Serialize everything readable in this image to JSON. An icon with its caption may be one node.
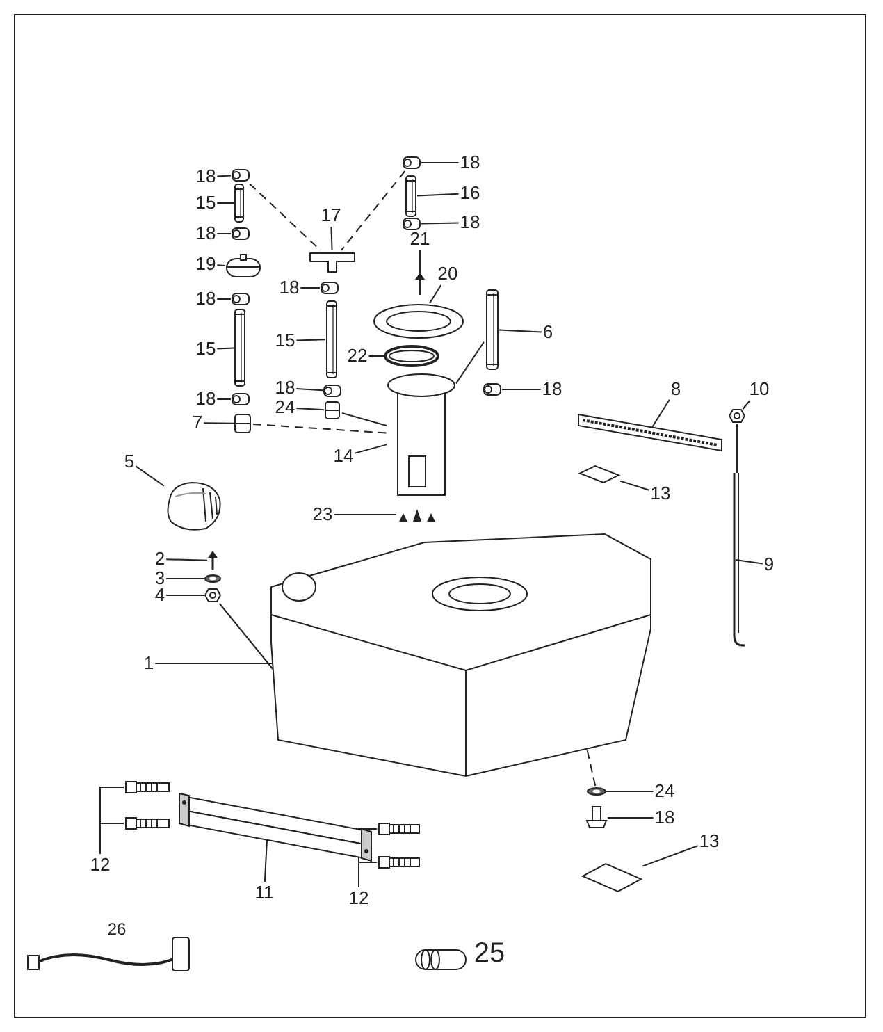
{
  "diagram": {
    "nodes": [
      {
        "text": [
          "18"
        ]
      },
      {
        "text": [],
        "shape": "picture"
      },
      {
        "text": [
          "15"
        ]
      },
      {
        "text": [],
        "shape": "picture"
      },
      {
        "text": [
          "18"
        ]
      },
      {
        "text": [],
        "shape": "picture"
      },
      {
        "text": [
          "19"
        ]
      },
      {
        "text": [],
        "shape": "picture"
      },
      {
        "text": [
          "18"
        ]
      },
      {
        "text": [],
        "shape": "picture"
      },
      {
        "text": [
          "15"
        ]
      },
      {
        "text": [],
        "shape": "picture"
      },
      {
        "text": [
          "18"
        ]
      },
      {
        "text": [],
        "shape": "picture"
      },
      {
        "text": [
          "7"
        ]
      },
      {
        "text": [],
        "shape": "picture"
      },
      {
        "text": [
          "17"
        ]
      },
      {
        "text": [],
        "shape": "picture"
      },
      {
        "text": [
          "18"
        ]
      },
      {
        "text": [],
        "shape": "picture"
      },
      {
        "text": [
          "15"
        ]
      },
      {
        "text": [],
        "shape": "picture"
      },
      {
        "text": [
          "18"
        ]
      },
      {
        "text": [],
        "shape": "picture"
      },
      {
        "text": [
          "24"
        ]
      },
      {
        "text": [],
        "shape": "picture"
      },
      {
        "text": [
          "18"
        ]
      },
      {
        "text": [],
        "shape": "picture"
      },
      {
        "text": [
          "16"
        ]
      },
      {
        "text": [],
        "shape": "picture"
      },
      {
        "text": [
          "18"
        ]
      },
      {
        "text": [],
        "shape": "picture"
      },
      {
        "text": [
          "21"
        ]
      },
      {
        "text": [],
        "shape": "picture"
      },
      {
        "text": [
          "20"
        ]
      },
      {
        "text": [],
        "shape": "picture"
      },
      {
        "text": [
          "22"
        ]
      },
      {
        "text": [],
        "shape": "picture"
      },
      {
        "text": [
          "6"
        ]
      },
      {
        "text": [],
        "shape": "picture"
      },
      {
        "text": [
          "18"
        ]
      },
      {
        "text": [],
        "shape": "picture"
      },
      {
        "text": [
          "14"
        ]
      },
      {
        "text": [],
        "shape": "picture"
      },
      {
        "text": [
          "5"
        ]
      },
      {
        "text": [],
        "shape": "picture"
      },
      {
        "text": [
          "23"
        ]
      },
      {
        "text": [],
        "shape": "picture"
      },
      {
        "text": [
          "2"
        ]
      },
      {
        "text": [],
        "shape": "picture"
      },
      {
        "text": [
          "3"
        ]
      },
      {
        "text": [],
        "shape": "picture"
      },
      {
        "text": [
          "4"
        ]
      },
      {
        "text": [],
        "shape": "picture"
      },
      {
        "text": [
          "1"
        ]
      },
      {
        "text": [],
        "shape": "picture"
      },
      {
        "text": [
          "8"
        ]
      },
      {
        "text": [],
        "shape": "picture"
      },
      {
        "text": [
          "10"
        ]
      },
      {
        "text": [],
        "shape": "picture"
      },
      {
        "text": [
          "13"
        ]
      },
      {
        "text": [],
        "shape": "picture"
      },
      {
        "text": [
          "9"
        ]
      },
      {
        "text": [],
        "shape": "picture"
      },
      {
        "text": [
          "24"
        ]
      },
      {
        "text": [],
        "shape": "picture"
      },
      {
        "text": [
          "18"
        ]
      },
      {
        "text": [],
        "shape": "picture"
      },
      {
        "text": [
          "13"
        ]
      },
      {
        "text": [],
        "shape": "picture"
      },
      {
        "text": [
          "12"
        ]
      },
      {
        "text": [],
        "shape": "picture"
      },
      {
        "text": [],
        "shape": "picture"
      },
      {
        "text": [
          "11"
        ]
      },
      {
        "text": [],
        "shape": "picture"
      },
      {
        "text": [
          "12"
        ]
      },
      {
        "text": [],
        "shape": "picture"
      },
      {
        "text": [],
        "shape": "picture"
      }
    ],
    "edges": [
      {
        "from": 0,
        "to": 1,
        "arrow": "none"
      },
      {
        "from": 2,
        "to": 3,
        "arrow": "none"
      },
      {
        "from": 4,
        "to": 5,
        "arrow": "none"
      },
      {
        "from": 6,
        "to": 7,
        "arrow": "none"
      },
      {
        "from": 8,
        "to": 9,
        "arrow": "none"
      },
      {
        "from": 10,
        "to": 11,
        "arrow": "none"
      },
      {
        "from": 12,
        "to": 13,
        "arrow": "none"
      },
      {
        "from": 14,
        "to": 15,
        "arrow": "none"
      },
      {
        "from": 16,
        "to": 17,
        "arrow": "none"
      },
      {
        "from": 18,
        "to": 19,
        "arrow": "none"
      },
      {
        "from": 20,
        "to": 21,
        "arrow": "none"
      },
      {
        "from": 22,
        "to": 23,
        "arrow": "none"
      },
      {
        "from": 24,
        "to": 25,
        "arrow": "none"
      },
      {
        "from": 26,
        "to": 27,
        "arrow": "none"
      },
      {
        "from": 28,
        "to": 29,
        "arrow": "none"
      },
      {
        "from": 30,
        "to": 31,
        "arrow": "none"
      },
      {
        "from": 32,
        "to": 33,
        "arrow": "none"
      },
      {
        "from": 34,
        "to": 35,
        "arrow": "none"
      },
      {
        "from": 36,
        "to": 37,
        "arrow": "none"
      },
      {
        "from": 38,
        "to": 39,
        "arrow": "none"
      },
      {
        "from": 40,
        "to": 41,
        "arrow": "none"
      },
      {
        "from": 42,
        "to": 43,
        "arrow": "none"
      },
      {
        "from": 44,
        "to": 45,
        "arrow": "none"
      },
      {
        "from": 46,
        "to": 47,
        "arrow": "none"
      },
      {
        "from": 48,
        "to": 49,
        "arrow": "none"
      },
      {
        "from": 50,
        "to": 51,
        "arrow": "none"
      },
      {
        "from": 52,
        "to": 53,
        "arrow": "none"
      },
      {
        "from": 54,
        "to": 55,
        "arrow": "none"
      },
      {
        "from": 56,
        "to": 57,
        "arrow": "none"
      },
      {
        "from": 58,
        "to": 59,
        "arrow": "none"
      },
      {
        "from": 60,
        "to": 61,
        "arrow": "none"
      },
      {
        "from": 62,
        "to": 63,
        "arrow": "none"
      },
      {
        "from": 64,
        "to": 65,
        "arrow": "none"
      },
      {
        "from": 66,
        "to": 67,
        "arrow": "none"
      },
      {
        "from": 68,
        "to": 69,
        "arrow": "none"
      },
      {
        "from": 70,
        "to": 71,
        "arrow": "none"
      },
      {
        "from": 70,
        "to": 72,
        "arrow": "none"
      },
      {
        "from": 73,
        "to": 74,
        "arrow": "none"
      },
      {
        "from": 75,
        "to": 76,
        "arrow": "none"
      },
      {
        "from": 75,
        "to": 77,
        "arrow": "none"
      },
      {
        "from": 1,
        "to": 17,
        "arrow": "none",
        "style": "dashed"
      },
      {
        "from": 27,
        "to": 17,
        "arrow": "none",
        "style": "dashed"
      },
      {
        "from": 15,
        "to": 43,
        "arrow": "none",
        "style": "dashed"
      },
      {
        "from": 25,
        "to": 43,
        "arrow": "none"
      },
      {
        "from": 39,
        "to": 43,
        "arrow": "none"
      },
      {
        "from": 53,
        "to": 55,
        "arrow": "none"
      },
      {
        "from": 59,
        "to": 63,
        "arrow": "none"
      },
      {
        "from": 65,
        "to": 55,
        "arrow": "none",
        "style": "dashed"
      }
    ],
    "labels": [
      "26",
      "25"
    ]
  }
}
